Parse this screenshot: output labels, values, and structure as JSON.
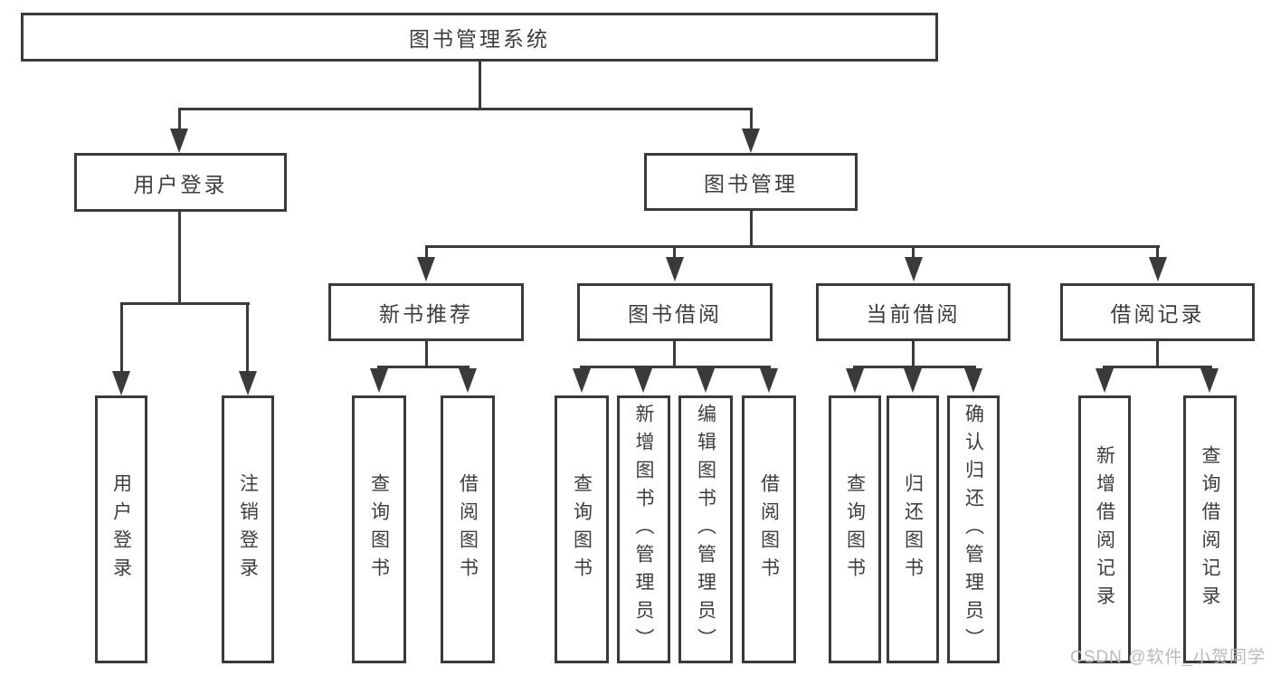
{
  "tree": {
    "root": "图书管理系统",
    "branches": [
      {
        "label": "用户登录",
        "children": [
          "用户登录",
          "注销登录"
        ]
      },
      {
        "label": "图书管理",
        "groups": [
          {
            "label": "新书推荐",
            "children": [
              "查询图书",
              "借阅图书"
            ]
          },
          {
            "label": "图书借阅",
            "children": [
              "查询图书",
              "新增图书（管理员）",
              "编辑图书（管理员）",
              "借阅图书"
            ]
          },
          {
            "label": "当前借阅",
            "children": [
              "查询图书",
              "归还图书",
              "确认归还（管理员）"
            ]
          },
          {
            "label": "借阅记录",
            "children": [
              "新增借阅记录",
              "查询借阅记录"
            ]
          }
        ]
      }
    ]
  },
  "watermark": "CSDN @软件_小贺同学",
  "colors": {
    "line": "#3a3a3a",
    "text": "#3d3d3d",
    "watermark": "#b9b9b9",
    "background": "#ffffff"
  }
}
